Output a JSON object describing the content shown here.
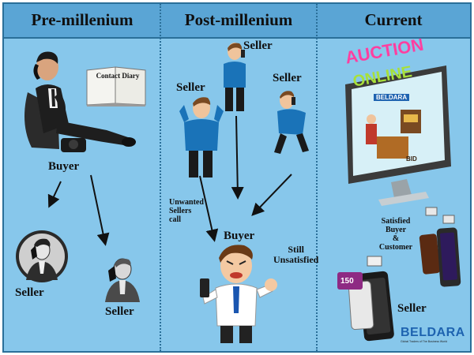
{
  "columns": {
    "pre": "Pre-millenium",
    "post": "Post-millenium",
    "current": "Current"
  },
  "pre_millenium": {
    "buyer_label": "Buyer",
    "diary_text": "Contact Diary",
    "seller_left": "Seller",
    "seller_right": "Seller"
  },
  "post_millenium": {
    "seller_top": "Seller",
    "seller_left": "Seller",
    "seller_right": "Seller",
    "unwanted_note": [
      "Unwanted",
      "Sellers",
      "call"
    ],
    "buyer_label": "Buyer",
    "still_unsatisfied": [
      "Still",
      "Unsatisfied"
    ]
  },
  "current": {
    "auction_line1": "AUCTION",
    "auction_line2": "ONLINE",
    "screen_brand": "BELDARA",
    "bid_sign": "BID",
    "satisfied": [
      "Satisfied",
      "Buyer",
      "&",
      "Customer"
    ],
    "phone_badge": "150",
    "seller_label": "Seller",
    "logo_text": "BELDARA",
    "logo_tagline": "Global Traders of The Business World"
  },
  "colors": {
    "background": "#87c7eb",
    "header": "#5aa5d5",
    "border": "#2a6f99",
    "auction_text": "#ff3fa0",
    "online_text": "#a8e03a",
    "logo_blue": "#1e63b0"
  },
  "icons": [
    "businessman-on-phone-icon",
    "contact-diary-icon",
    "arrow-icon",
    "phone-icon",
    "laptop-icon",
    "smartphone-icon"
  ]
}
